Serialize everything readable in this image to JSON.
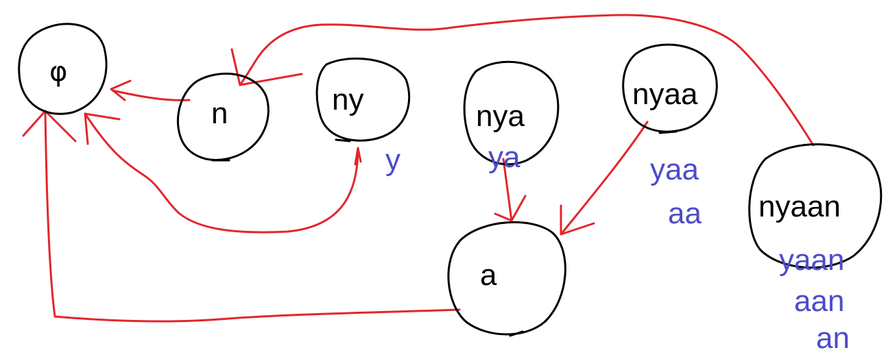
{
  "colors": {
    "node_stroke": "#000000",
    "node_text": "#000000",
    "link": "#e3262b",
    "suffix_text": "#4c4cc8",
    "background": "#ffffff"
  },
  "nodes": {
    "phi": {
      "label": "φ"
    },
    "n": {
      "label": "n"
    },
    "ny": {
      "label": "ny"
    },
    "nya": {
      "label": "nya"
    },
    "nyaa": {
      "label": "nyaa"
    },
    "nyaan": {
      "label": "nyaan"
    },
    "a": {
      "label": "a"
    }
  },
  "suffixes": {
    "ny": [
      "y"
    ],
    "nya": [
      "ya"
    ],
    "nyaa": [
      "yaa",
      "aa"
    ],
    "nyaan": [
      "yaan",
      "aan",
      "an"
    ]
  },
  "links": [
    {
      "from": "n",
      "to": "phi"
    },
    {
      "from": "ny",
      "to": "phi"
    },
    {
      "from": "a",
      "to": "phi"
    },
    {
      "from": "nya",
      "to": "a"
    },
    {
      "from": "nyaa",
      "to": "a"
    },
    {
      "from": "nyaan",
      "to": "n"
    }
  ]
}
